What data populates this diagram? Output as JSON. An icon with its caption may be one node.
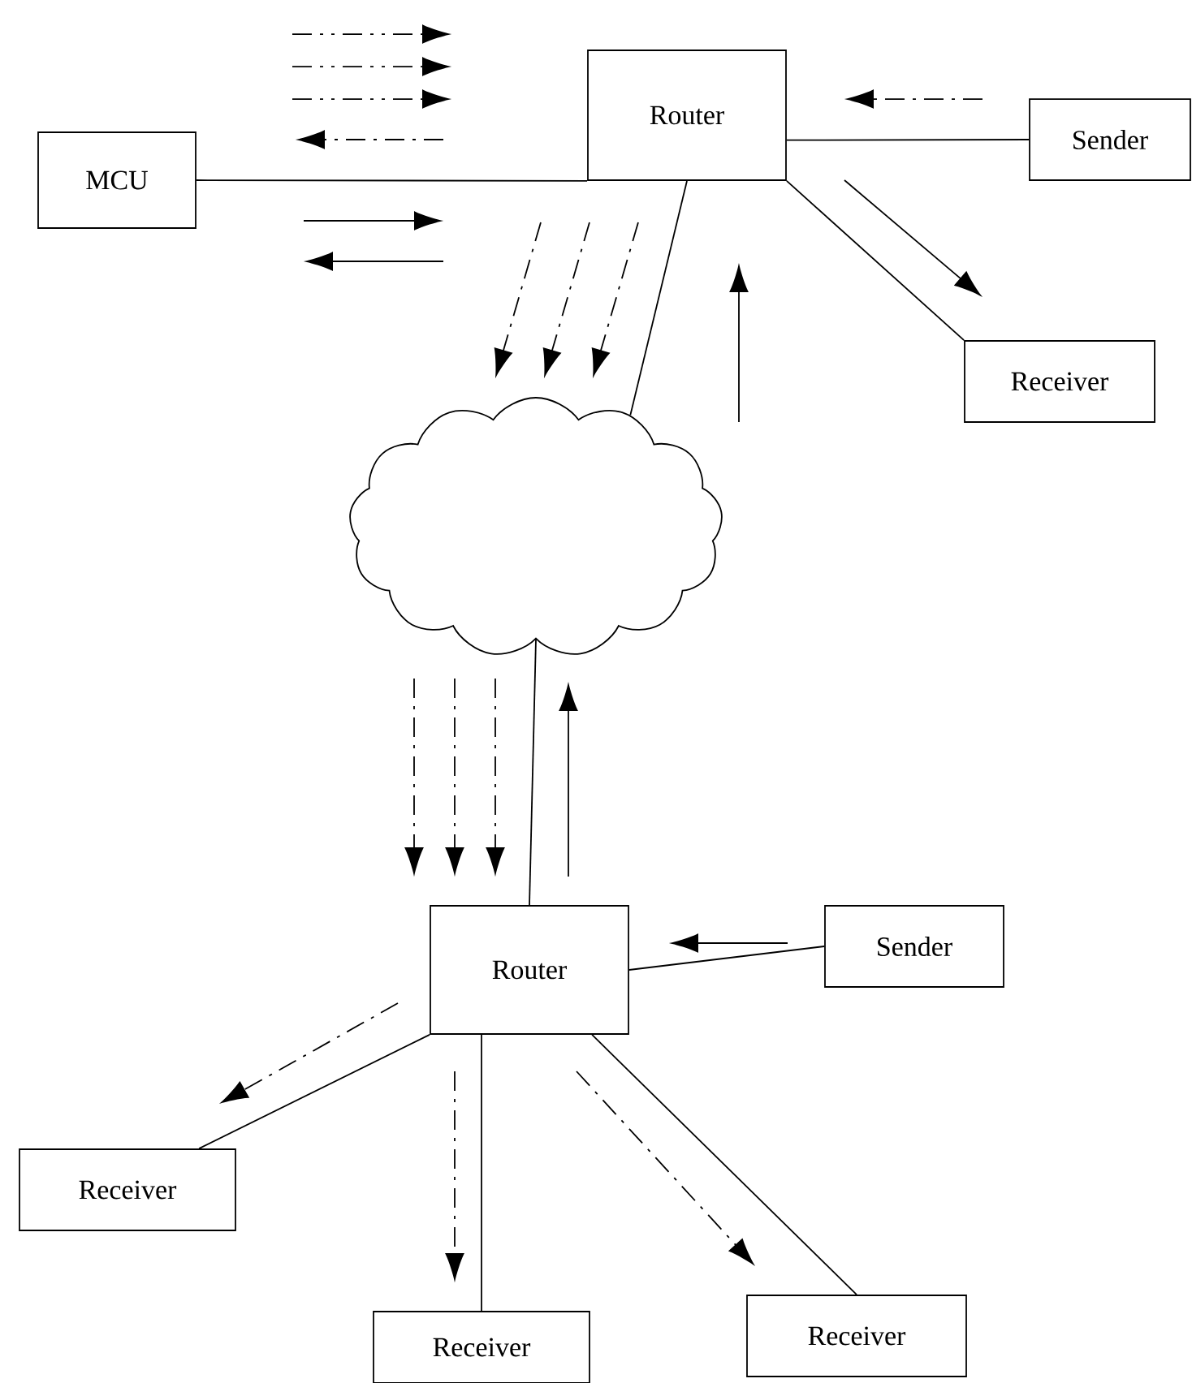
{
  "diagram": {
    "nodes": [
      {
        "text": [
          "MCU"
        ]
      },
      {
        "text": [
          "Router"
        ]
      },
      {
        "text": [
          "Sender"
        ]
      },
      {
        "text": [
          "Receiver"
        ]
      },
      {
        "text": [],
        "shape": "cloud"
      },
      {
        "text": [
          "Router"
        ]
      },
      {
        "text": [
          "Sender"
        ]
      },
      {
        "text": [
          "Receiver"
        ]
      },
      {
        "text": [
          "Receiver"
        ]
      },
      {
        "text": [
          "Receiver"
        ]
      }
    ],
    "edges": [
      {
        "from": 0,
        "to": 1,
        "arrow": "none"
      },
      {
        "from": 1,
        "to": 2,
        "arrow": "none"
      },
      {
        "from": 1,
        "to": 3,
        "arrow": "none"
      },
      {
        "from": 1,
        "to": 4,
        "arrow": "none"
      },
      {
        "from": 4,
        "to": 5,
        "arrow": "none"
      },
      {
        "from": 5,
        "to": 6,
        "arrow": "none"
      },
      {
        "from": 5,
        "to": 7,
        "arrow": "none"
      },
      {
        "from": 5,
        "to": 8,
        "arrow": "none"
      },
      {
        "from": 5,
        "to": 9,
        "arrow": "none"
      }
    ]
  }
}
